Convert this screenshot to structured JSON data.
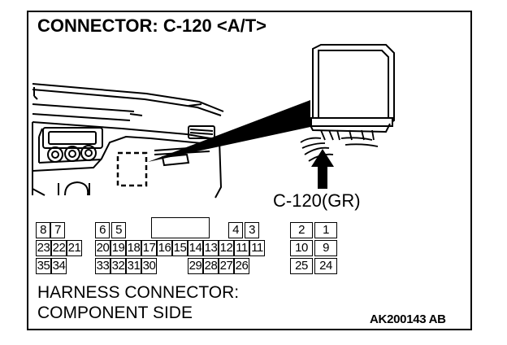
{
  "title": "CONNECTOR: C-120 <A/T>",
  "callout_label": "C-120(GR)",
  "connector": {
    "caption_line1": "HARNESS CONNECTOR:",
    "caption_line2": "COMPONENT SIDE",
    "row1": [
      "8",
      "7",
      "6",
      "5",
      "4",
      "3",
      "2",
      "1"
    ],
    "row2": [
      "23",
      "22",
      "21",
      "20",
      "19",
      "18",
      "17",
      "16",
      "15",
      "14",
      "13",
      "12",
      "11",
      "10",
      "9"
    ],
    "row3": [
      "35",
      "34",
      "33",
      "32",
      "31",
      "30",
      "29",
      "28",
      "27",
      "26",
      "25",
      "24"
    ]
  },
  "figure_code": "AK200143 AB",
  "icons": [
    "dashboard-illustration",
    "ecu-unit-illustration",
    "arrow-up-icon",
    "callout-wedge"
  ]
}
